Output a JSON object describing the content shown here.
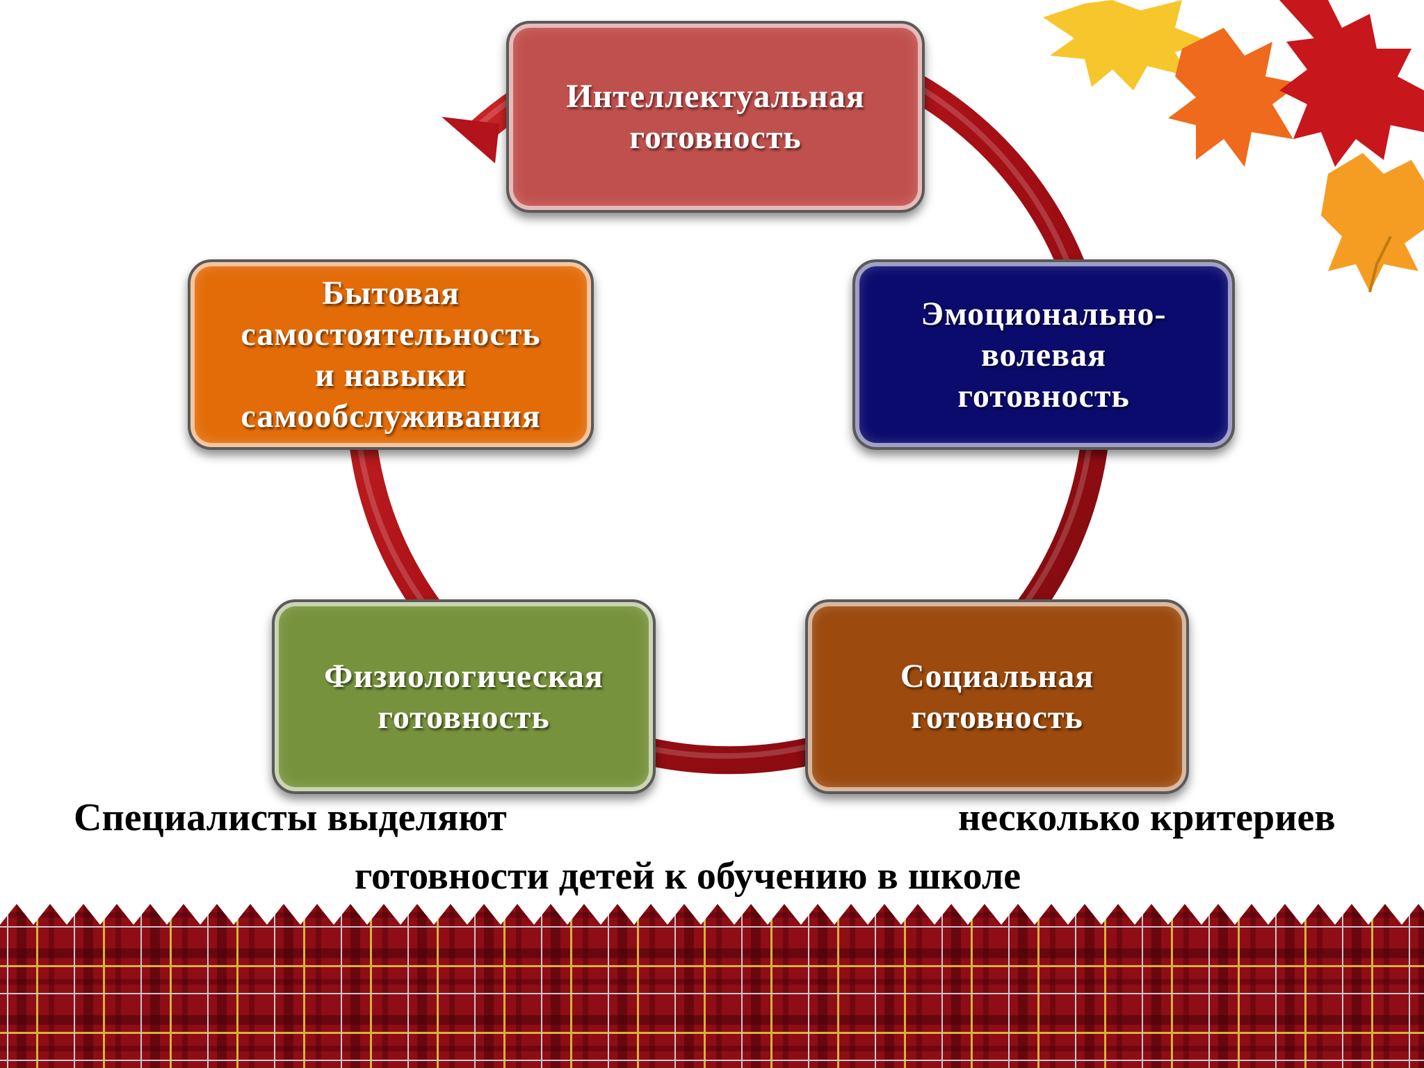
{
  "diagram": {
    "nodes": [
      {
        "id": "intellectual",
        "label": "Интеллектуальная\nготовность",
        "color": "#c0504d"
      },
      {
        "id": "emotional",
        "label": "Эмоционально-\nволевая\nготовность",
        "color": "#0b0b6e"
      },
      {
        "id": "social",
        "label": "Социальная\nготовность",
        "color": "#9c4a0e"
      },
      {
        "id": "physiological",
        "label": "Физиологическая\nготовность",
        "color": "#77923c"
      },
      {
        "id": "household",
        "label": "Бытовая\nсамостоятельность\nи навыки\nсамообслуживания",
        "color": "#e36c09"
      }
    ],
    "cycle_arrow_color": "#a50f15"
  },
  "caption": {
    "line1_left": "Специалисты выделяют",
    "line1_right": "несколько критериев",
    "line2": "готовности детей к обучению в школе"
  },
  "decoration": {
    "leaf_colors": [
      "#f7c62d",
      "#ef6a1c",
      "#c8161d",
      "#f59d22"
    ],
    "fabric_color": "#8e0d16"
  }
}
